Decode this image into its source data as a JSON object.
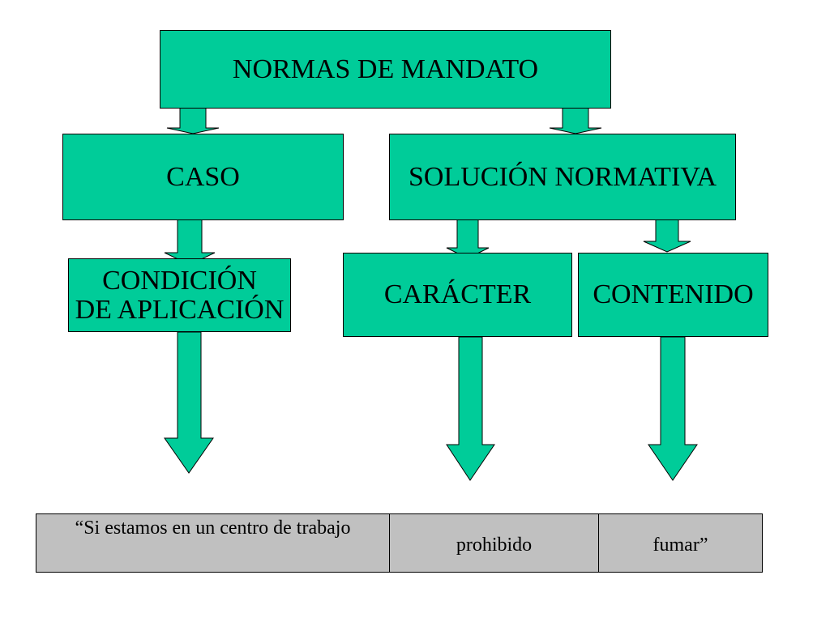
{
  "diagram": {
    "root": "NORMAS DE MANDATO",
    "caso": "CASO",
    "solucion": "SOLUCIÓN NORMATIVA",
    "condicion": "CONDICIÓN\nDE APLICACIÓN",
    "caracter": "CARÁCTER",
    "contenido": "CONTENIDO"
  },
  "example": {
    "condition": "“Si estamos en un centro de trabajo",
    "character": "prohibido",
    "content": "fumar”"
  },
  "colors": {
    "box_fill": "#00cc99",
    "table_fill": "#c0c0c0",
    "outline": "#000000"
  }
}
